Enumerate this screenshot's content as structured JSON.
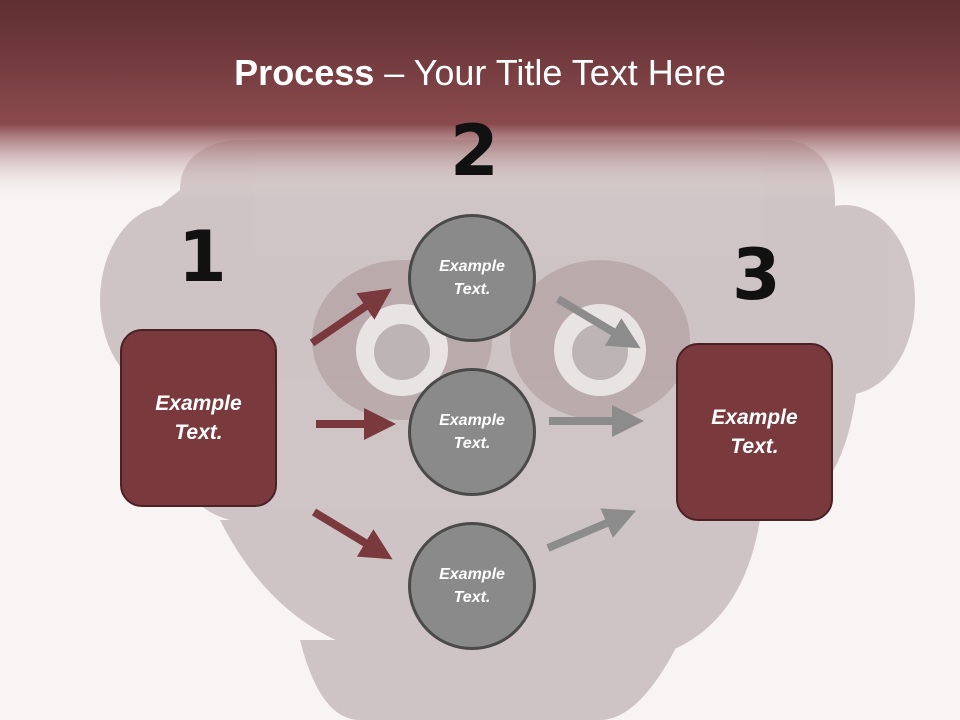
{
  "title": {
    "bold": "Process",
    "rest": " – Your Title Text Here"
  },
  "numbers": {
    "one": "1",
    "two": "2",
    "three": "3"
  },
  "left_box": {
    "line1": "Example",
    "line2": "Text."
  },
  "right_box": {
    "line1": "Example",
    "line2": "Text."
  },
  "circles": [
    {
      "line1": "Example",
      "line2": "Text."
    },
    {
      "line1": "Example",
      "line2": "Text."
    },
    {
      "line1": "Example",
      "line2": "Text."
    }
  ],
  "colors": {
    "accent": "#7a3a3d",
    "circle": "#8a8a8a",
    "arrow_gray": "#8c8c8c"
  }
}
